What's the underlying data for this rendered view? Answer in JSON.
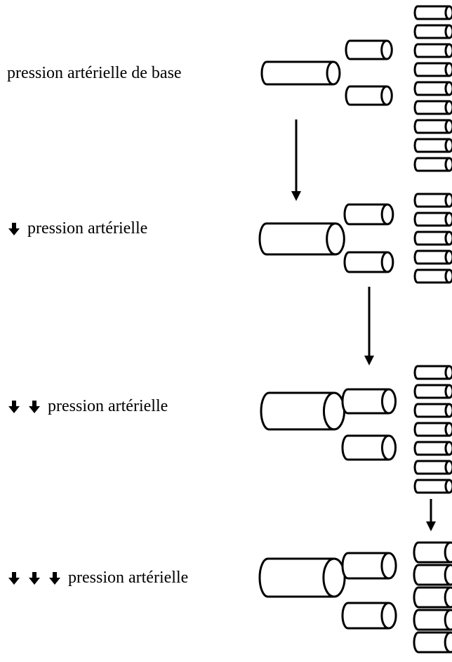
{
  "rows": [
    {
      "arrow_count": 0,
      "label": "pression artérielle de base"
    },
    {
      "arrow_count": 1,
      "label": "pression artérielle"
    },
    {
      "arrow_count": 2,
      "label": "pression artérielle"
    },
    {
      "arrow_count": 3,
      "label": "pression artérielle"
    }
  ],
  "icon_names": [
    "down-arrow-icon",
    "large-vessel-icon",
    "medium-vessel-icon",
    "capillary-icon",
    "transition-arrow-icon"
  ]
}
